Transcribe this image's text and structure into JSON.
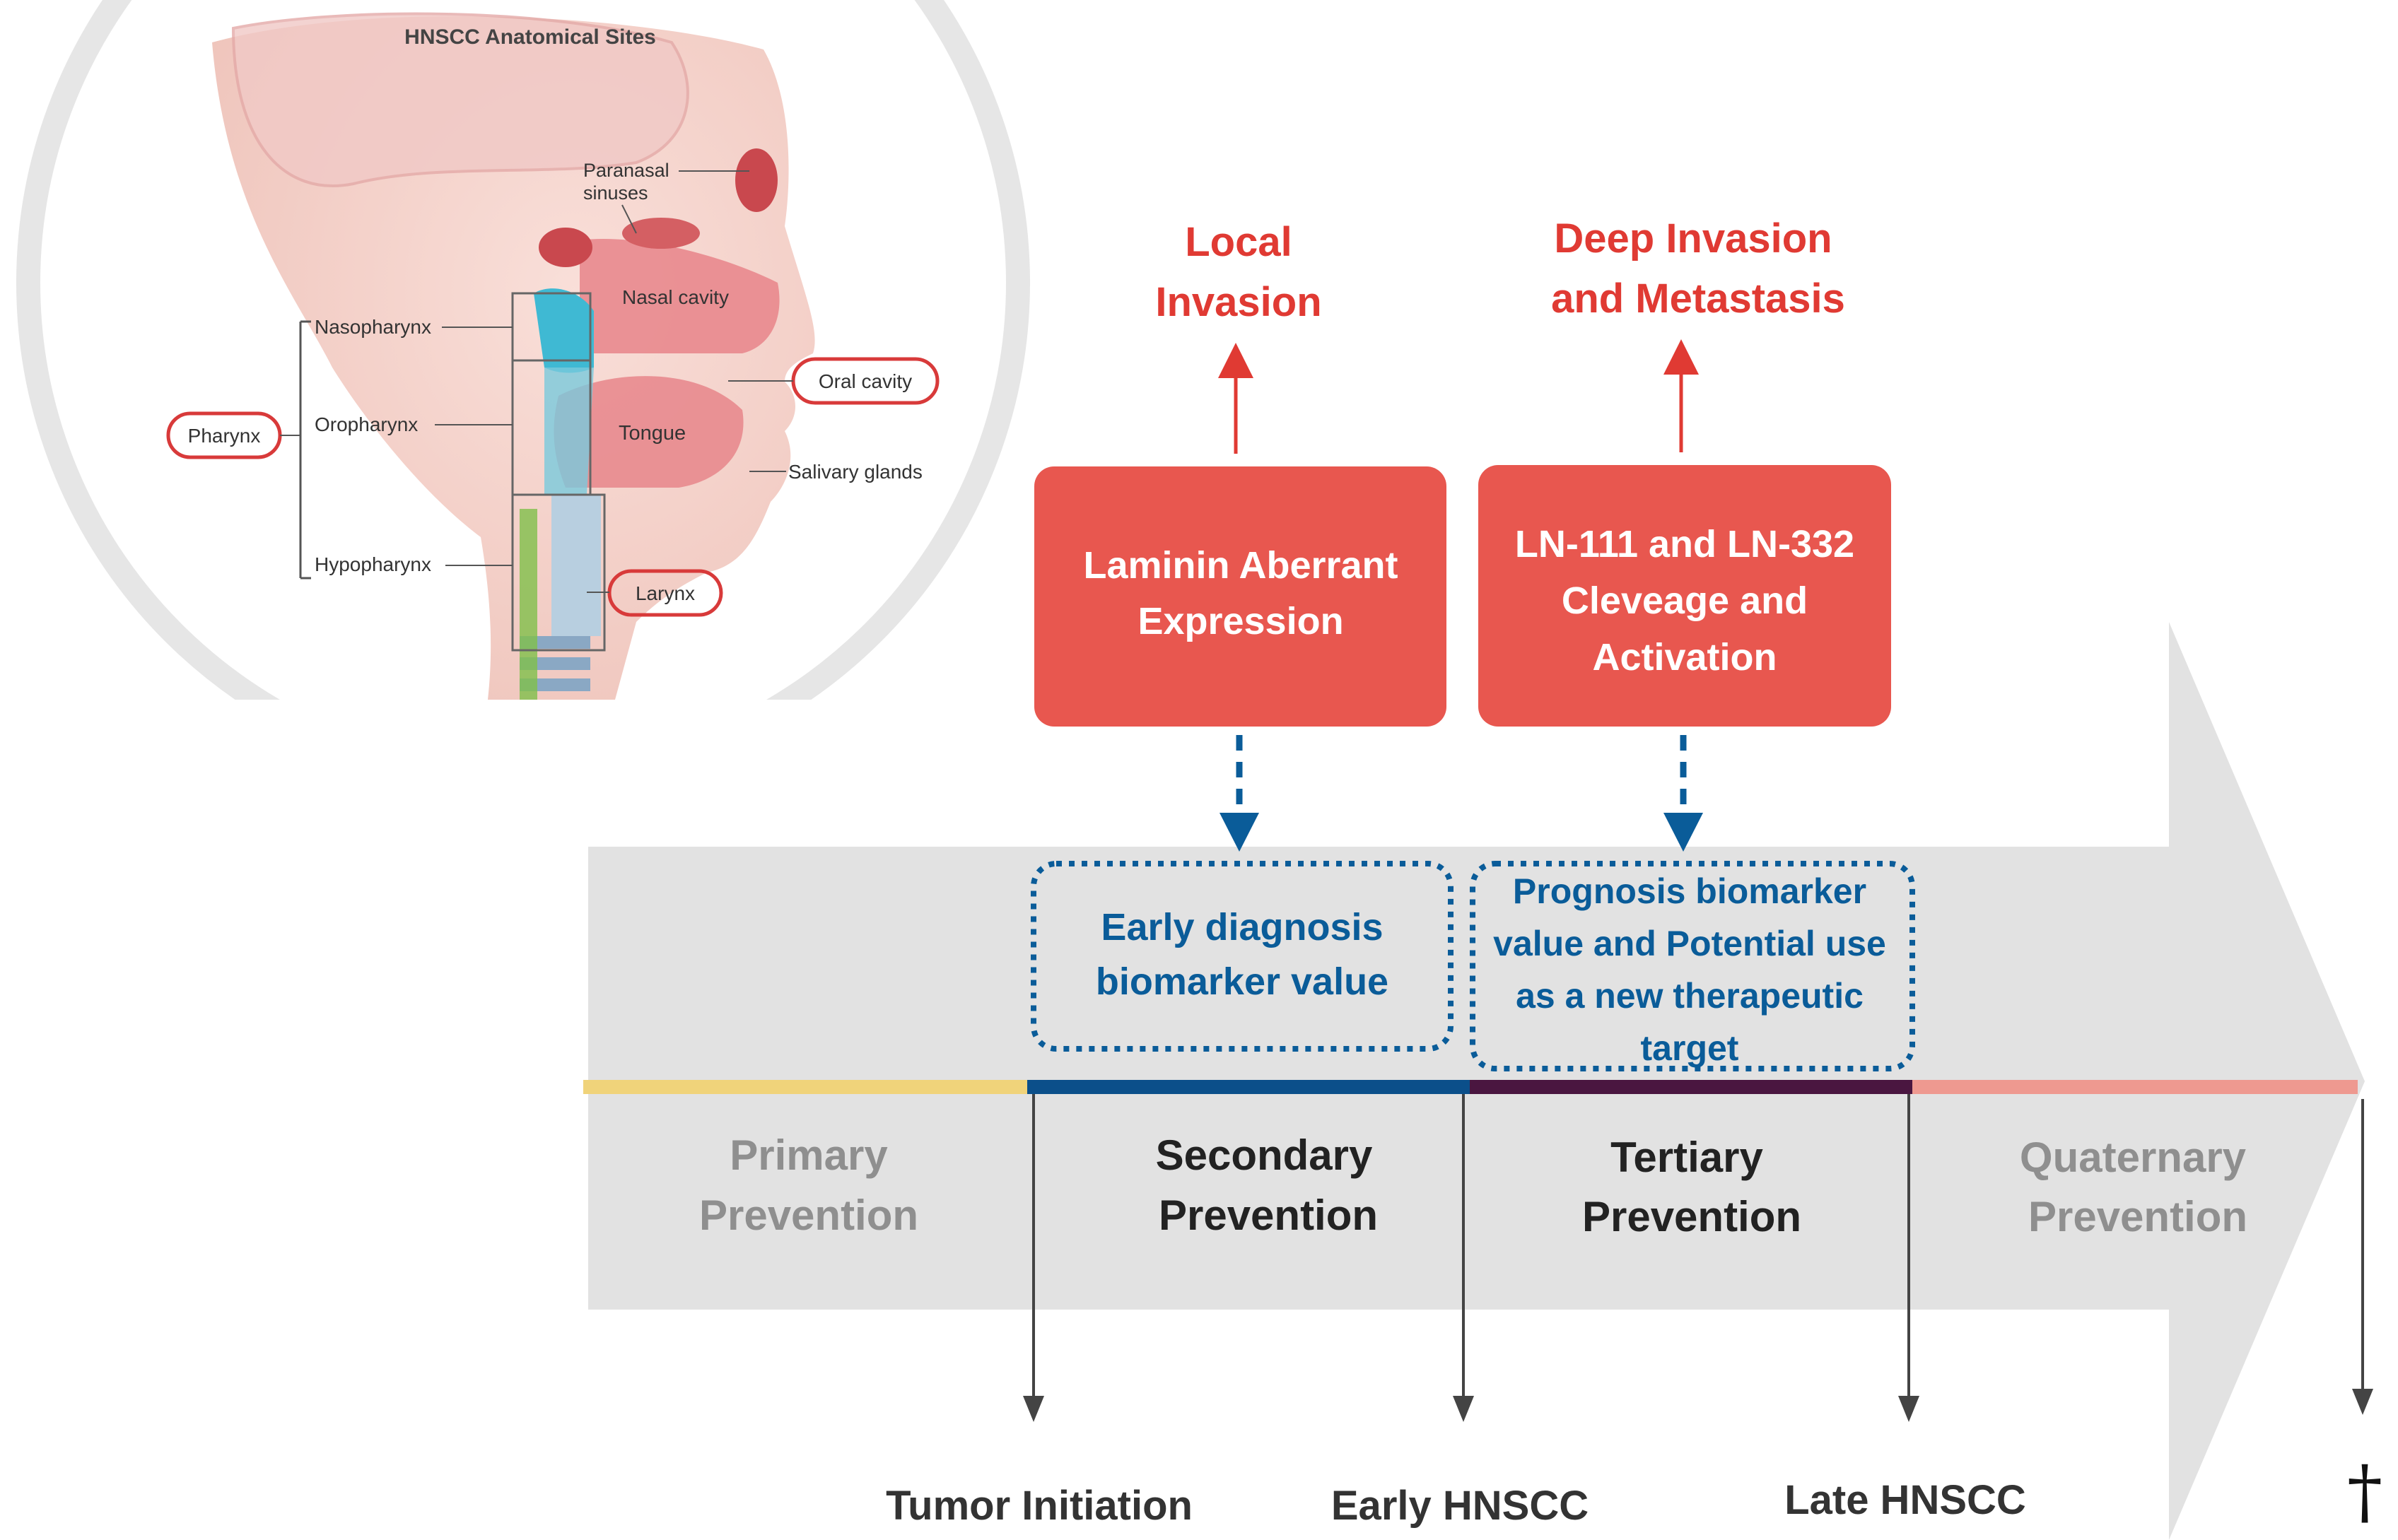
{
  "anatomy": {
    "title": "HNSCC Anatomical Sites",
    "labels": {
      "paranasal": [
        "Paranasal",
        "sinuses"
      ],
      "nasal_cavity": "Nasal cavity",
      "nasopharynx": "Nasopharynx",
      "oropharynx": "Oropharynx",
      "hypopharynx": "Hypopharynx",
      "pharynx": "Pharynx",
      "oral_cavity": "Oral cavity",
      "tongue": "Tongue",
      "salivary_glands": "Salivary glands",
      "larynx": "Larynx"
    }
  },
  "outcomes": {
    "local": [
      "Local",
      "Invasion"
    ],
    "deep": [
      "Deep Invasion",
      "and Metastasis"
    ]
  },
  "boxes": {
    "laminin": [
      "Laminin Aberrant",
      "Expression"
    ],
    "ln": [
      "LN-111 and LN-332",
      "Cleveage and",
      "Activation"
    ]
  },
  "values": {
    "early": [
      "Early diagnosis",
      "biomarker value"
    ],
    "prognosis": [
      "Prognosis biomarker",
      "value and Potential use",
      "as a new therapeutic",
      "target"
    ]
  },
  "stages": {
    "primary": [
      "Primary",
      "Prevention"
    ],
    "secondary": [
      "Secondary",
      "Prevention"
    ],
    "tertiary": [
      "Tertiary",
      "Prevention"
    ],
    "quaternary": [
      "Quaternary",
      "Prevention"
    ]
  },
  "milestones": {
    "tumor_initiation": "Tumor Initiation",
    "early_hnscc": "Early HNSCC",
    "late_hnscc": "Late HNSCC",
    "death": "†"
  },
  "colors": {
    "red": "#e8574f",
    "red_text": "#e03a33",
    "blue": "#0a5c99",
    "gray_band": "#e2e2e2",
    "yellow": "#f0d37a",
    "navy": "#0b4f8a",
    "plum": "#4a1640",
    "salmon": "#ee9990"
  }
}
